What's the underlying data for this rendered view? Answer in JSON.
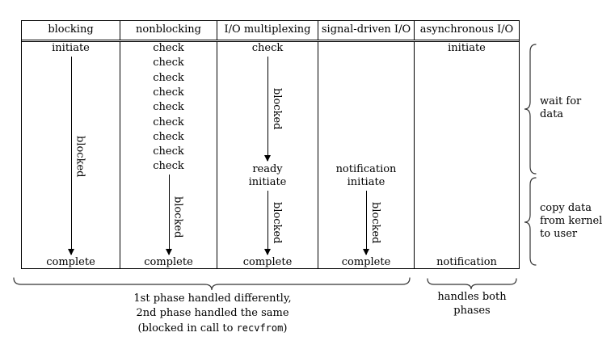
{
  "diagram": {
    "headers": [
      "blocking",
      "nonblocking",
      "I/O multiplexing",
      "signal-driven I/O",
      "asynchronous I/O"
    ],
    "blocked": "blocked",
    "blocking": {
      "initiate": "initiate",
      "complete": "complete"
    },
    "nonblocking": {
      "checks": [
        "check",
        "check",
        "check",
        "check",
        "check",
        "check",
        "check",
        "check",
        "check"
      ],
      "complete": "complete"
    },
    "multiplexing": {
      "check": "check",
      "ready": "ready",
      "initiate": "initiate",
      "complete": "complete"
    },
    "signal_driven": {
      "notification": "notification",
      "initiate": "initiate",
      "complete": "complete"
    },
    "asynchronous": {
      "initiate": "initiate",
      "notification": "notification"
    },
    "side": {
      "wait_1": "wait for",
      "wait_2": "data",
      "copy_1": "copy data",
      "copy_2": "from kernel",
      "copy_3": "to user"
    },
    "captions": {
      "left_1": "1st phase handled differently,",
      "left_2": "2nd phase handled the same",
      "left_3_pre": "(blocked in call to ",
      "left_3_code": "recvfrom",
      "left_3_post": ")",
      "right_1": "handles both",
      "right_2": "phases"
    }
  }
}
